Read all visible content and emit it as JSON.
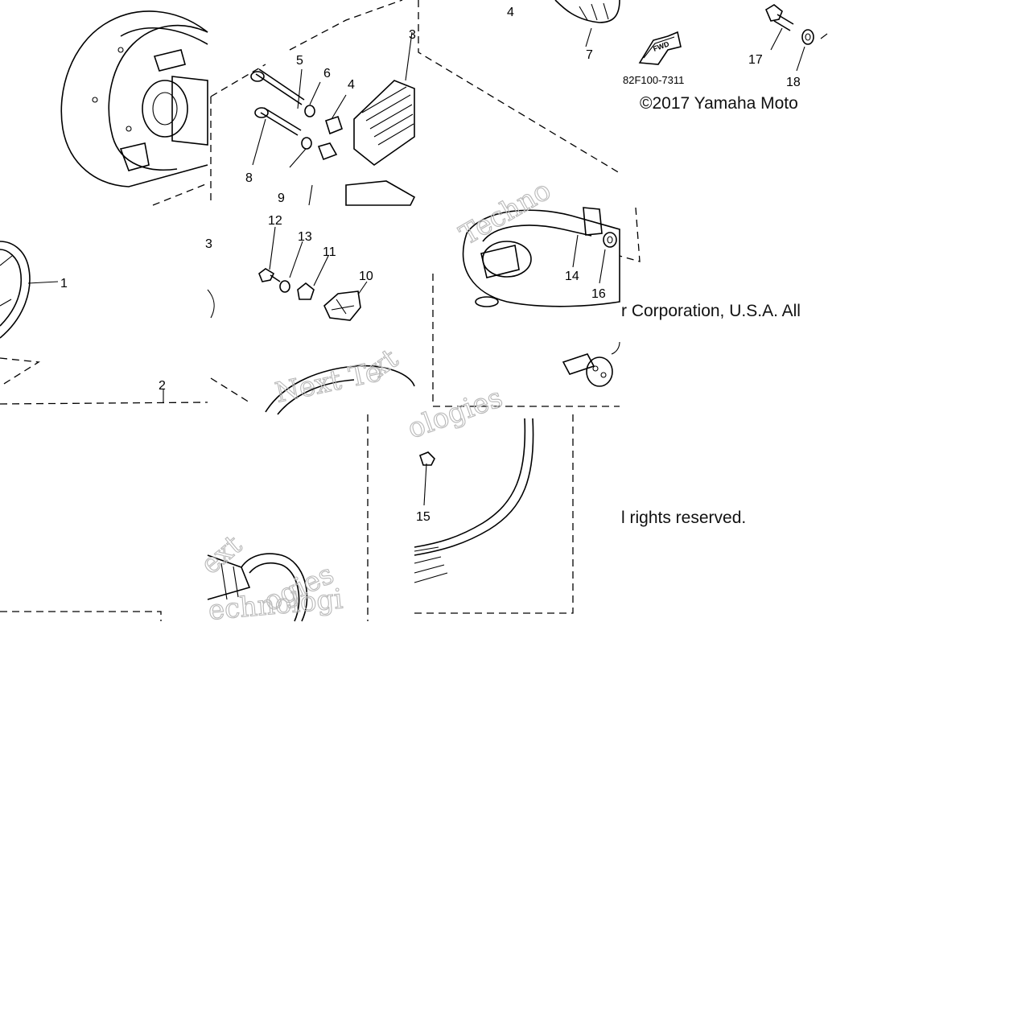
{
  "diagram": {
    "part_code": "82F100-7311",
    "fwd_label": "FWD",
    "callouts": {
      "c1": "1",
      "c2": "2",
      "c3": "3",
      "c4a": "4",
      "c4b": "4",
      "c5": "5",
      "c6": "6",
      "c7": "7",
      "c8": "8",
      "c9": "9",
      "c10": "10",
      "c11": "11",
      "c12": "12",
      "c13": "13",
      "c14": "14",
      "c15": "15",
      "c16": "16",
      "c17": "17",
      "c18": "18"
    },
    "copyright_fragments": {
      "line1": "©2017 Yamaha Moto",
      "line2": "r Corporation, U.S.A. All",
      "line3": "l rights reserved."
    },
    "watermark_fragments": [
      "Next Te",
      "ologies",
      "Techno",
      "echnologi",
      "ext",
      "ogies",
      "xt"
    ]
  },
  "colors": {
    "ink": "#000000",
    "watermark": "#b8b8b8",
    "background": "#ffffff"
  }
}
